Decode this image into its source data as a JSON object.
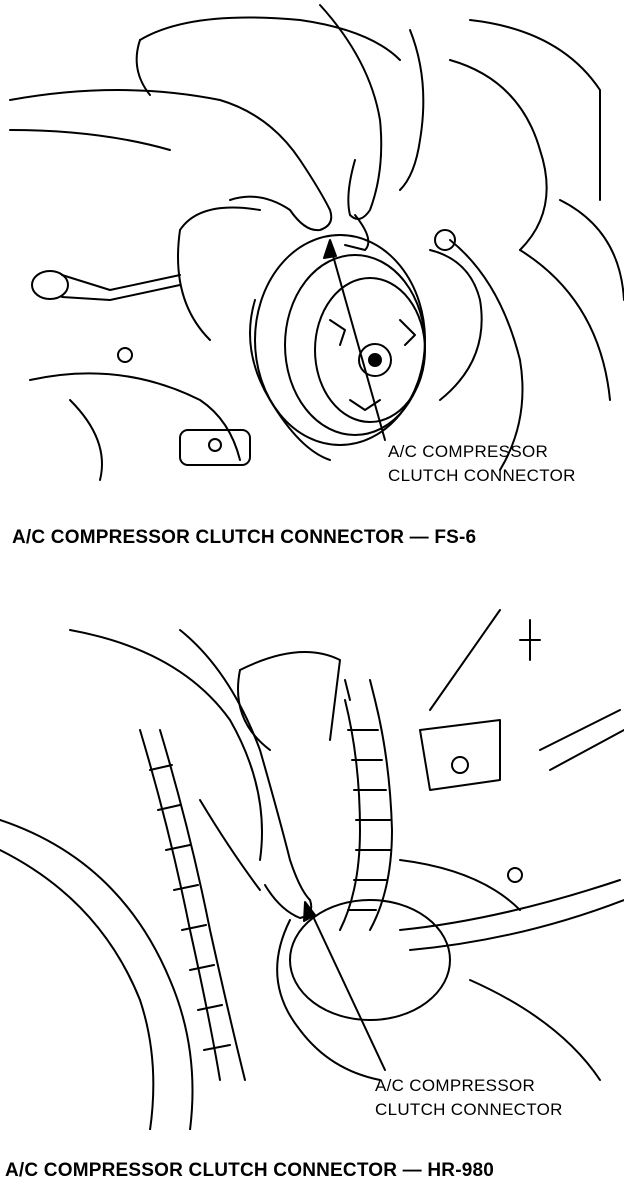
{
  "figures": [
    {
      "callout": [
        "A/C COMPRESSOR",
        "CLUTCH CONNECTOR"
      ],
      "caption": "A/C COMPRESSOR CLUTCH CONNECTOR — FS-6"
    },
    {
      "callout": [
        "A/C COMPRESSOR",
        "CLUTCH CONNECTOR"
      ],
      "caption": "A/C COMPRESSOR CLUTCH CONNECTOR — HR-980"
    }
  ]
}
